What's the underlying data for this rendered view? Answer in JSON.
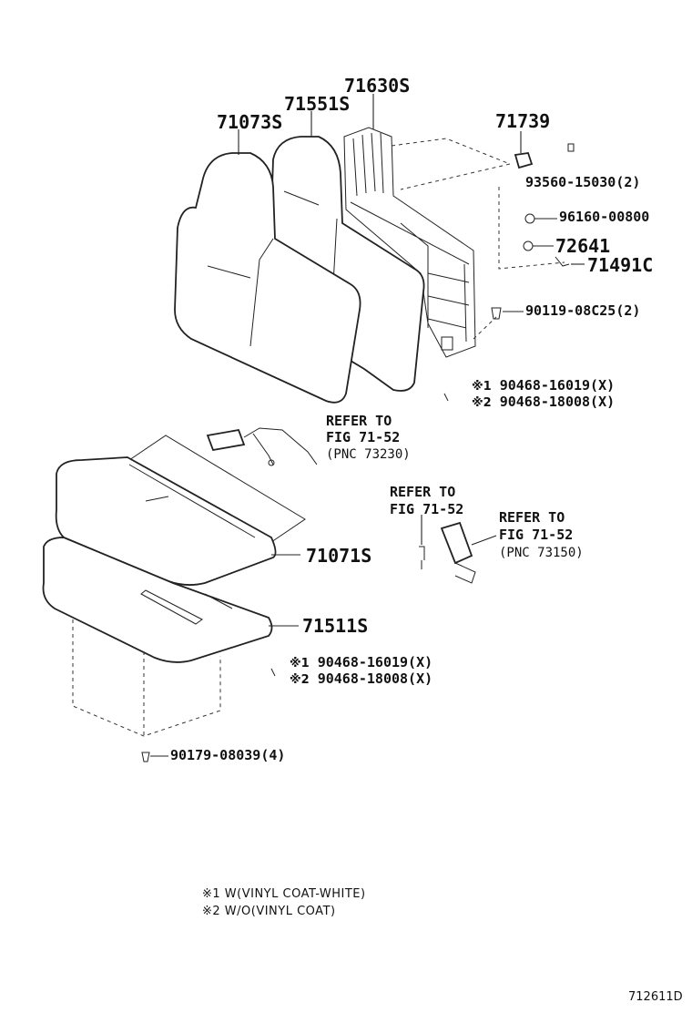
{
  "parts": {
    "p71630S": "71630S",
    "p71551S": "71551S",
    "p71073S": "71073S",
    "p71739": "71739",
    "p93560": "93560-15030(2)",
    "p96160": "96160-00800",
    "p72641": "72641",
    "p71491C": "71491C",
    "p90119": "90119-08C25(2)",
    "p71071S": "71071S",
    "p71511S": "71511S",
    "p90179": "90179-08039(4)"
  },
  "variants_upper": [
    {
      "mark": "※1",
      "code": "90468-16019(X)"
    },
    {
      "mark": "※2",
      "code": "90468-18008(X)"
    }
  ],
  "variants_lower": [
    {
      "mark": "※1",
      "code": "90468-16019(X)"
    },
    {
      "mark": "※2",
      "code": "90468-18008(X)"
    }
  ],
  "refer_1": {
    "line1": "REFER TO",
    "line2": "FIG 71-52",
    "line3": "(PNC 73230)"
  },
  "refer_2": {
    "line1": "REFER TO",
    "line2": "FIG 71-52"
  },
  "refer_3": {
    "line1": "REFER TO",
    "line2": "FIG 71-52",
    "line3": "(PNC 73150)"
  },
  "notes": [
    "※1 W(VINYL COAT-WHITE)",
    "※2 W/O(VINYL COAT)"
  ],
  "diagram_code": "712611D"
}
